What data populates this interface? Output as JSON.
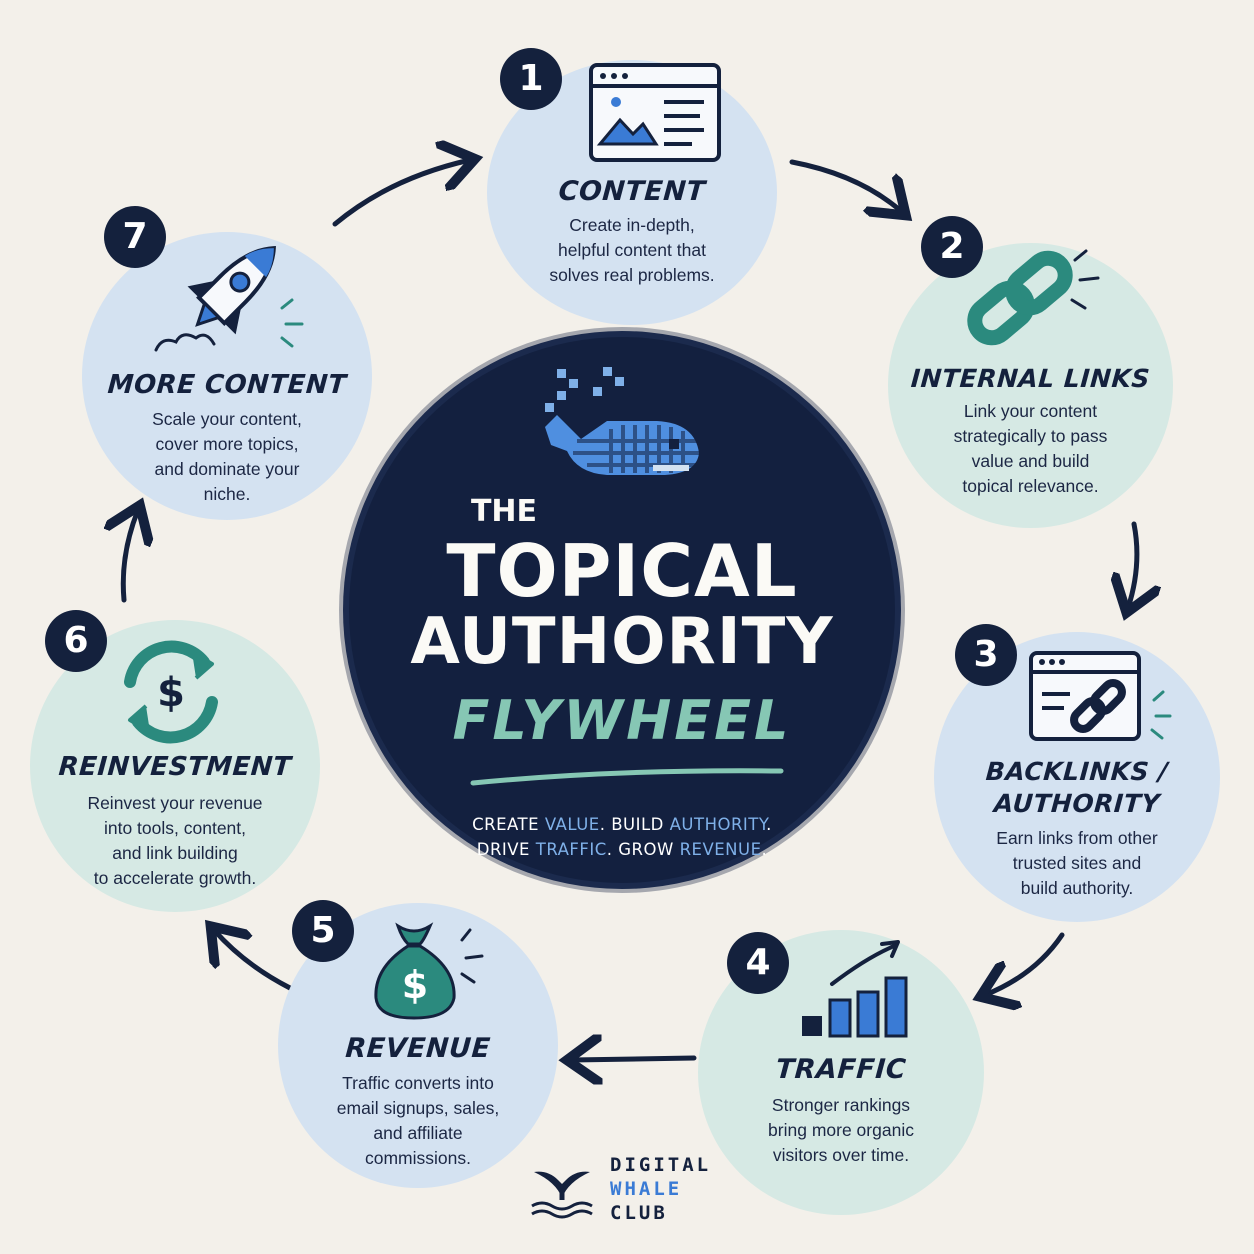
{
  "center": {
    "the": "THE",
    "topical": "TOPICAL",
    "authority": "AUTHORITY",
    "flywheel": "FLYWHEEL",
    "tagline": [
      {
        "plain": "CREATE ",
        "accent": "VALUE",
        "plain2": ". BUILD ",
        "accent2": "AUTHORITY",
        "end": "."
      },
      {
        "plain": "DRIVE ",
        "accent": "TRAFFIC",
        "plain2": ". GROW ",
        "accent2": "REVENUE",
        "end": "."
      }
    ]
  },
  "steps": [
    {
      "number": "1",
      "title": "CONTENT",
      "description": "Create in-depth,\nhelpful content that\nsolves real problems.",
      "icon": "browser-window-icon",
      "tone": "blue"
    },
    {
      "number": "2",
      "title": "INTERNAL LINKS",
      "description": "Link your content\nstrategically to pass\nvalue and build\ntopical relevance.",
      "icon": "chain-link-icon",
      "tone": "green"
    },
    {
      "number": "3",
      "title_line1": "BACKLINKS /",
      "title_line2": "AUTHORITY",
      "description": "Earn links from other\ntrusted sites and\nbuild authority.",
      "icon": "browser-link-icon",
      "tone": "blue"
    },
    {
      "number": "4",
      "title": "TRAFFIC",
      "description": "Stronger rankings\nbring more organic\nvisitors over time.",
      "icon": "bar-chart-trend-icon",
      "tone": "green"
    },
    {
      "number": "5",
      "title": "REVENUE",
      "description": "Traffic converts into\nemail signups, sales,\nand affiliate\ncommissions.",
      "icon": "money-bag-icon",
      "tone": "blue"
    },
    {
      "number": "6",
      "title": "REINVESTMENT",
      "description": "Reinvest your revenue\ninto tools, content,\nand link building\nto accelerate growth.",
      "icon": "dollar-cycle-icon",
      "tone": "green"
    },
    {
      "number": "7",
      "title": "MORE CONTENT",
      "description": "Scale your content,\ncover more topics,\nand dominate your\nniche.",
      "icon": "rocket-icon",
      "tone": "blue"
    }
  ],
  "logo": {
    "line1": "DIGITAL",
    "line2": "WHALE",
    "line3": "CLUB"
  },
  "colors": {
    "background": "#f3f0ea",
    "navy": "#14213d",
    "blue_circle": "#d4e2f1",
    "green_circle": "#d6e9e4",
    "teal": "#2b8a7e",
    "accent_blue": "#3a7bd5",
    "flywheel_green": "#86c7b4"
  }
}
